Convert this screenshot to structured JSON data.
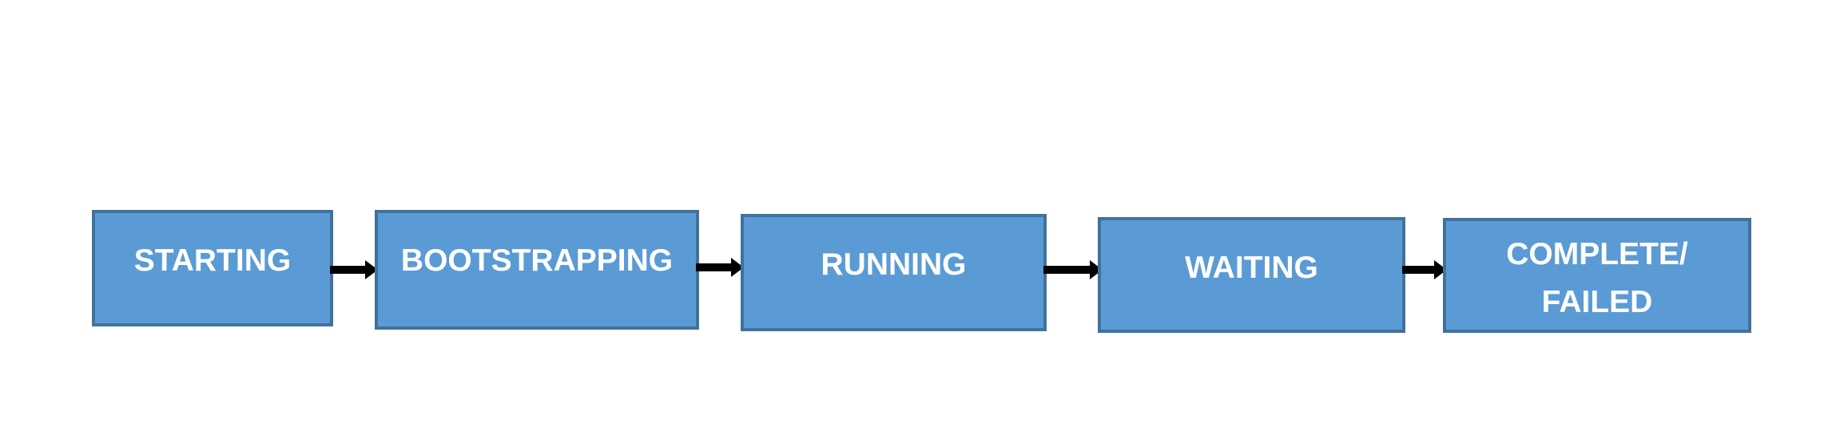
{
  "diagram": {
    "states": [
      {
        "id": "starting",
        "label": "STARTING"
      },
      {
        "id": "bootstrapping",
        "label": "BOOTSTRAPPING"
      },
      {
        "id": "running",
        "label": "RUNNING"
      },
      {
        "id": "waiting",
        "label": "WAITING"
      },
      {
        "id": "complete-failed",
        "label": "COMPLETE/\nFAILED"
      }
    ],
    "transitions": [
      {
        "from": "starting",
        "to": "bootstrapping"
      },
      {
        "from": "bootstrapping",
        "to": "running"
      },
      {
        "from": "running",
        "to": "waiting"
      },
      {
        "from": "waiting",
        "to": "complete-failed"
      }
    ],
    "colors": {
      "box_fill": "#5b9bd5",
      "box_border": "#41719c",
      "text": "#ffffff",
      "arrow": "#000000"
    }
  }
}
